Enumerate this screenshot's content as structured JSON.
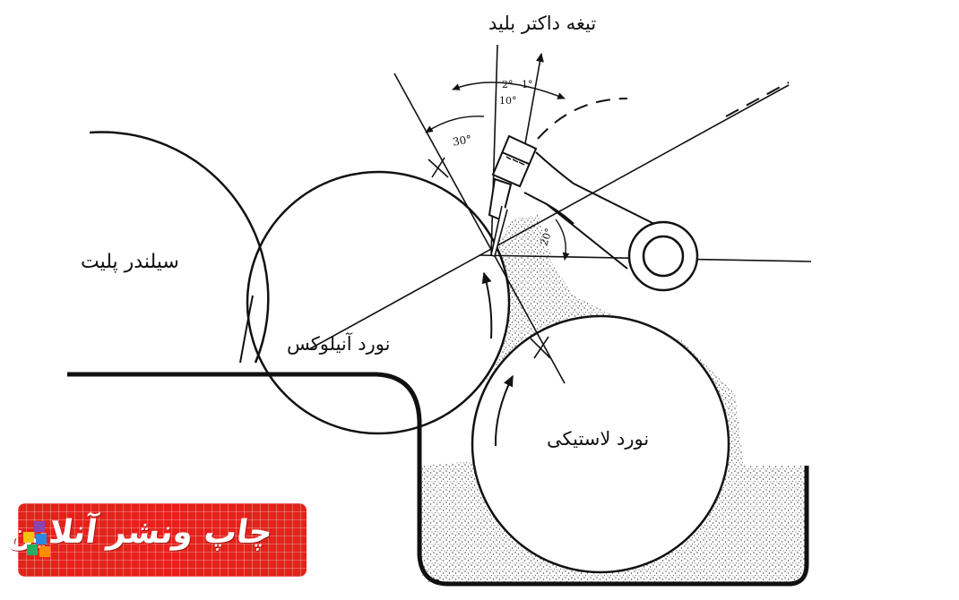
{
  "labels": {
    "doctor_blade": "تیغه داکتر بلید",
    "plate_cylinder": "سیلندر پلیت",
    "anilox_roll": "نورد آنیلوکس",
    "rubber_roll": "نورد لاستیکی"
  },
  "angles": {
    "a30": "30°",
    "a2": "2°",
    "a1": "1°",
    "a10": "10°",
    "a20": "20°"
  },
  "logo": {
    "text": "چاپ ونشر آنلاین",
    "color": "#e5211b"
  }
}
